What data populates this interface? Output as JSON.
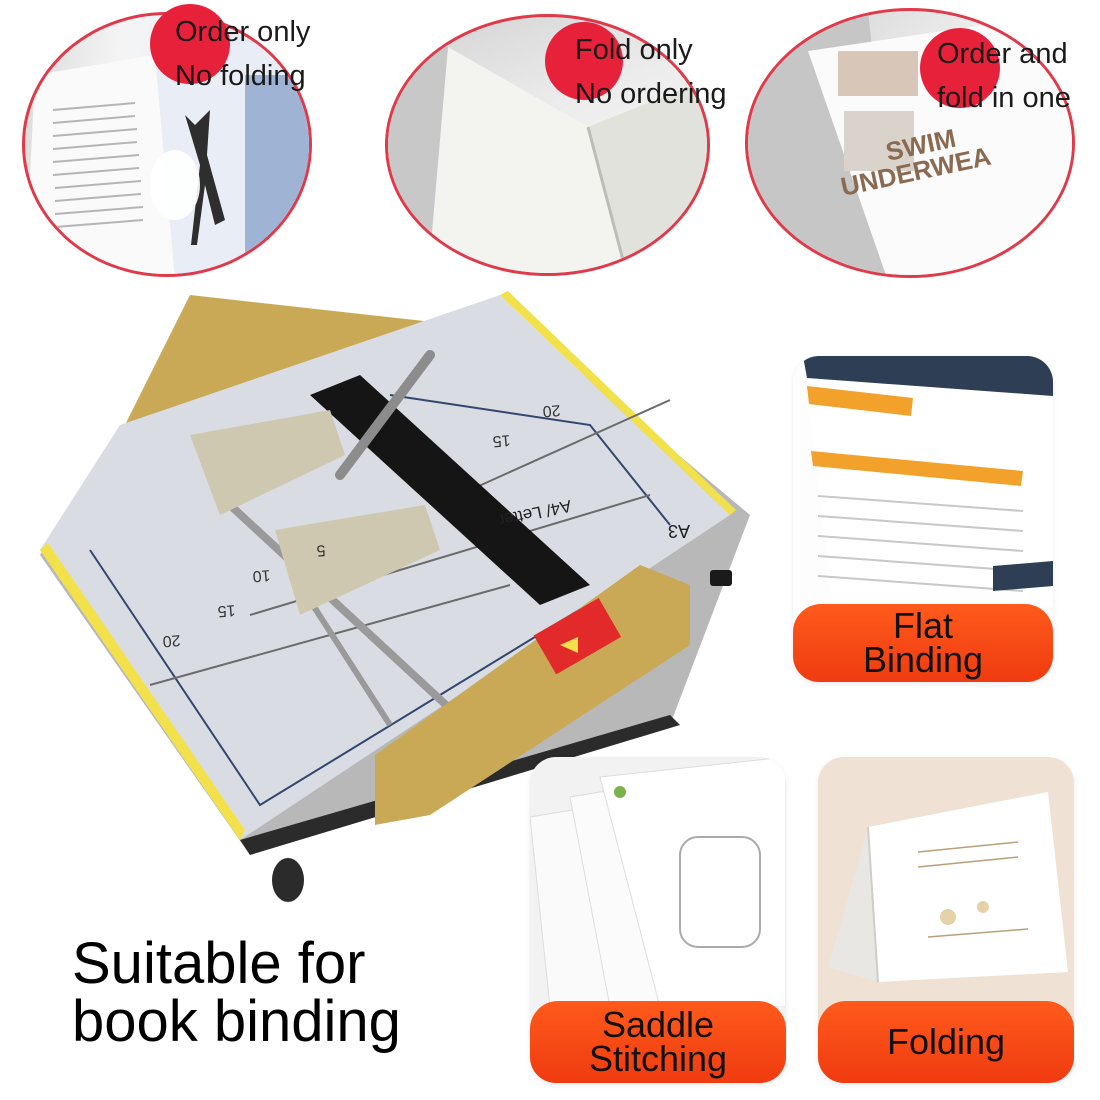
{
  "badges": [
    {
      "label": "Order only\nNo folding"
    },
    {
      "label": "Fold only\nNo ordering"
    },
    {
      "label": "Order and\nfold in one"
    }
  ],
  "machine_labels": {
    "tray_size_a3": "A3",
    "tray_size_a4_letter": "A4/ Letter",
    "ruler_marks": [
      "20",
      "15",
      "10",
      "5",
      "20",
      "15"
    ]
  },
  "cards": [
    {
      "label": "Flat\nBinding"
    },
    {
      "label": "Saddle\nStitching"
    },
    {
      "label": "Folding"
    }
  ],
  "caption": "Suitable for\nbook binding",
  "colors": {
    "badge_red": "#e8213b",
    "banner_orange": "#ff4f16",
    "machine_gold": "#c9a955",
    "tape_yellow": "#f2e14a"
  }
}
